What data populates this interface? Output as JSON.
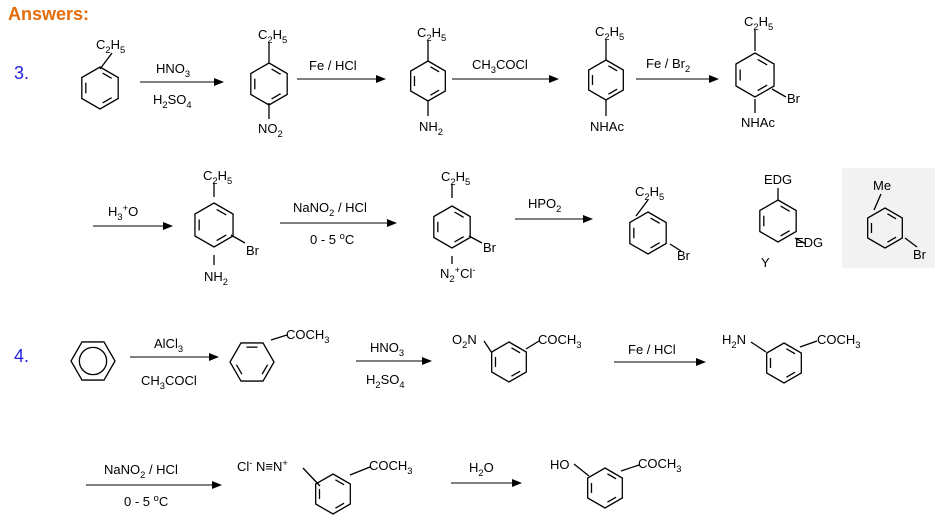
{
  "header": {
    "title": "Answers:",
    "color": "#e46c0a"
  },
  "problems": {
    "p3": {
      "number": "3.",
      "color": "#1f1fe0"
    },
    "p4": {
      "number": "4.",
      "color": "#1f1fe0"
    }
  },
  "labels": {
    "c2h5": "C2H5",
    "no2": "NO2",
    "nh2": "NH2",
    "nhac": "NHAc",
    "br": "Br",
    "diazonium": "N2+Cl-",
    "edg": "EDG",
    "y": "Y",
    "y_color": "#1f1fe0",
    "me": "Me",
    "coch3": "COCH3",
    "o2n": "O2N",
    "h2n": "H2N",
    "ho": "HO",
    "diazo_left": "Cl- N≡N+"
  },
  "reagents": {
    "r1_top": "HNO3",
    "r1_bottom": "H2SO4",
    "r2_top": "Fe / HCl",
    "r3_top": "CH3COCl",
    "r4_top": "Fe / Br2",
    "r5_top": "H3+O",
    "r6_top": "NaNO2 / HCl",
    "r6_bottom": "0 - 5 oC",
    "r7_top": "HPO2",
    "r8_top": "AlCl3",
    "r8_bottom": "CH3COCl",
    "r9_top": "HNO3",
    "r9_bottom": "H2SO4",
    "r10_top": "Fe / HCl",
    "r11_top": "NaNO2 / HCl",
    "r11_bottom": "0 - 5 oC",
    "r12_top": "H2O"
  }
}
